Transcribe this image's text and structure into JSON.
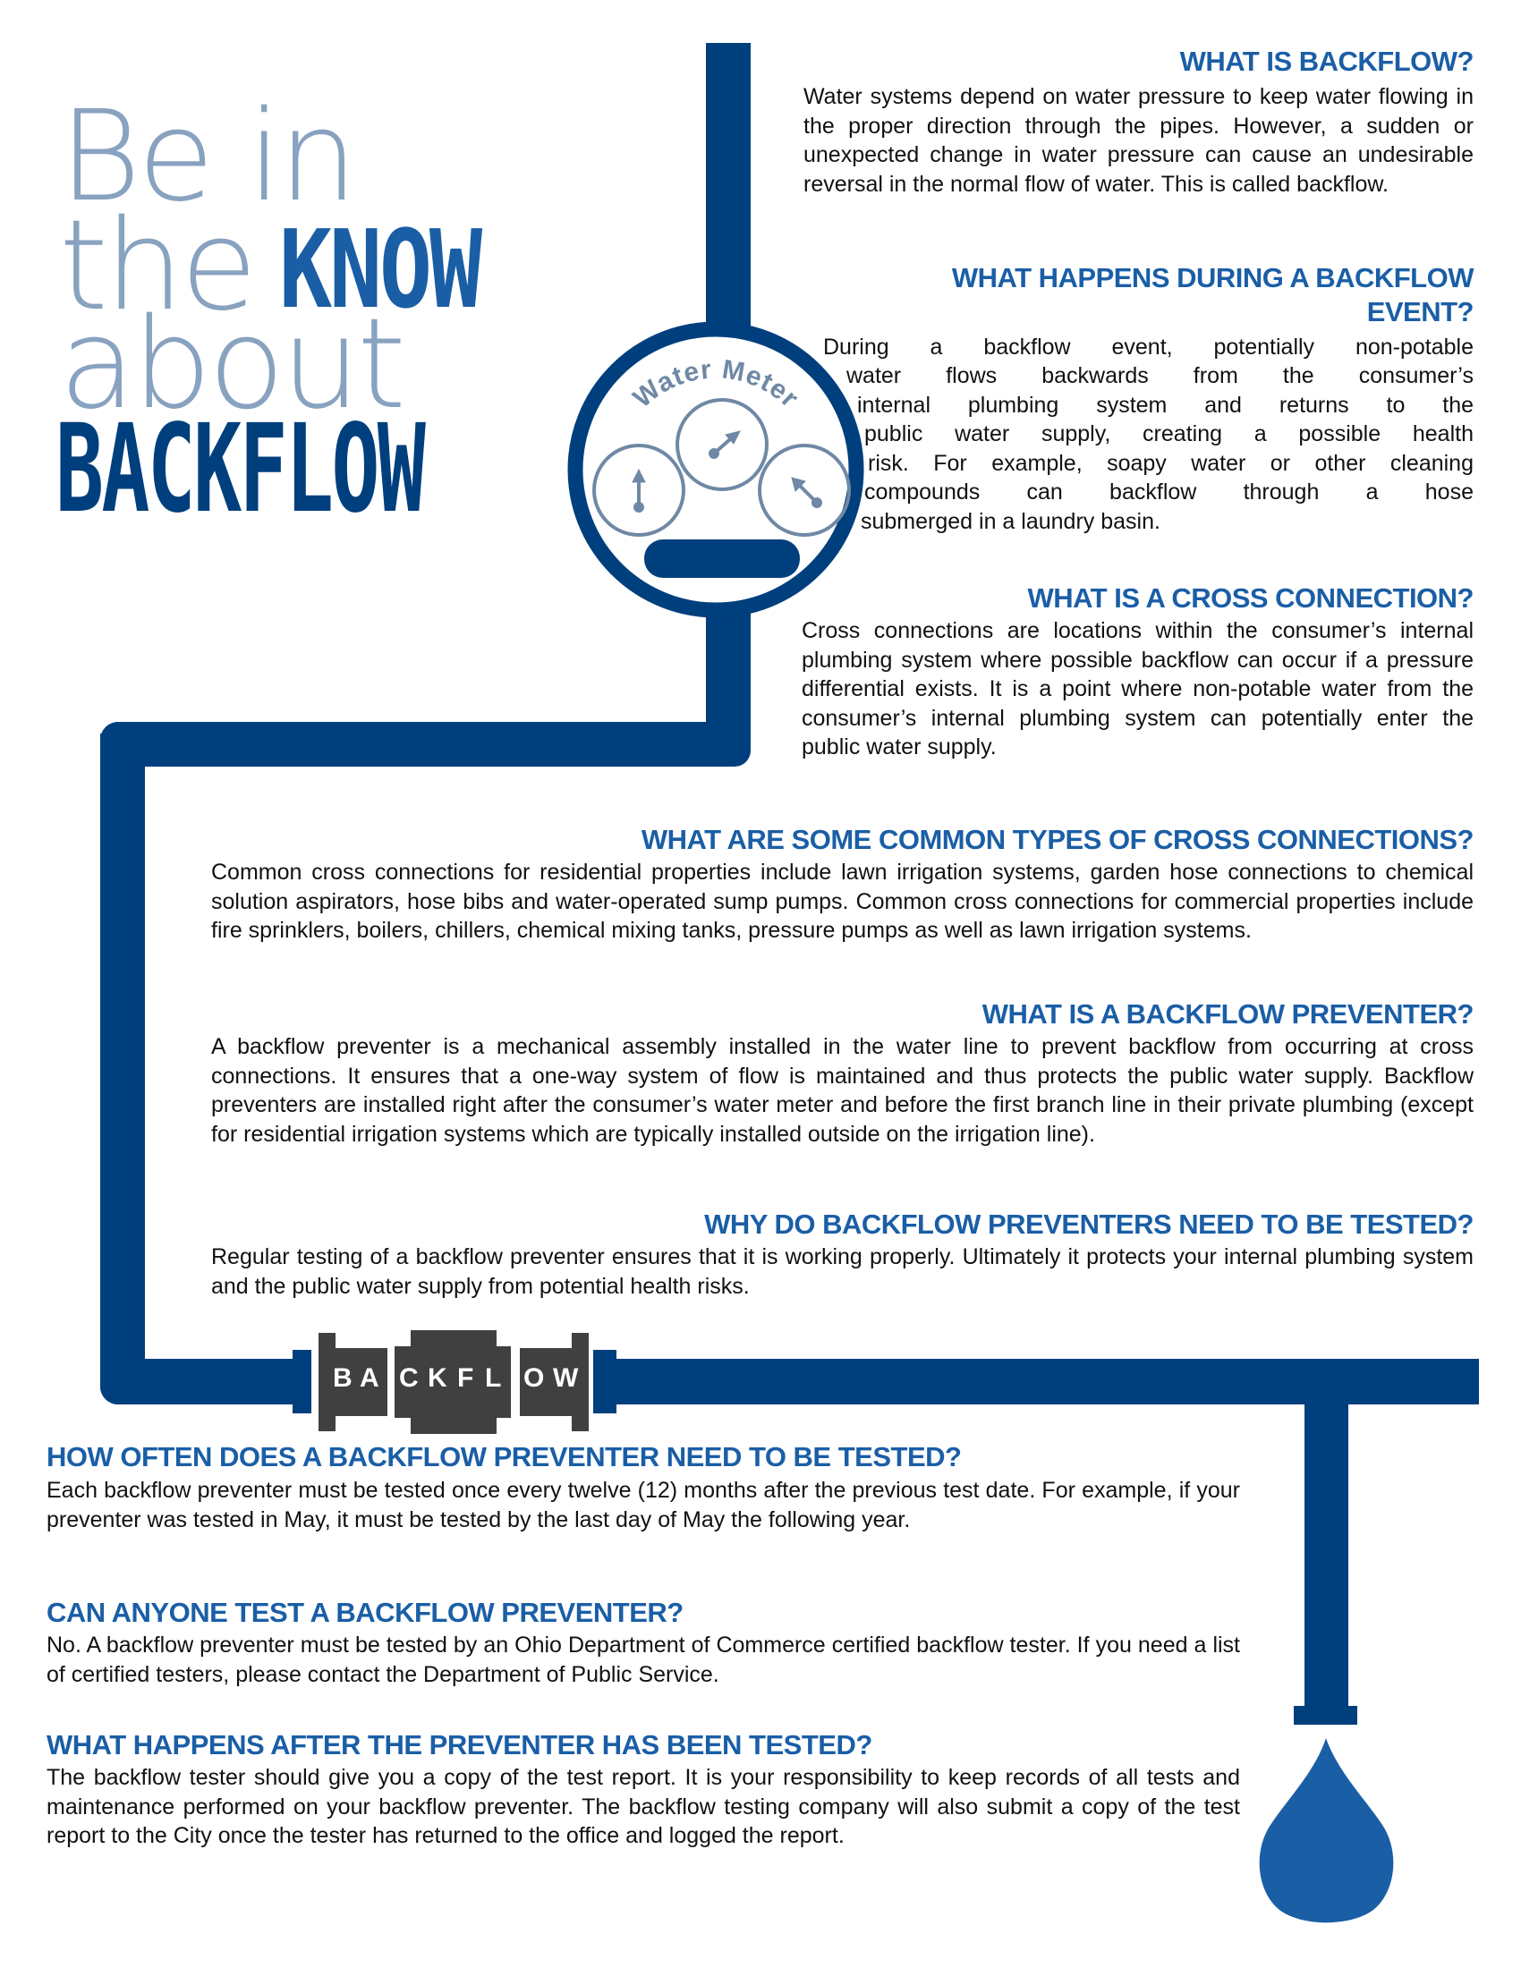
{
  "title": {
    "line1": "Be in",
    "line2_light": "the",
    "line2_bold": "KNOW",
    "line3": "about",
    "line4": "BACKFLOW"
  },
  "meter": {
    "label": "Water Meter",
    "dials": [
      {
        "position": "left",
        "needle": "up"
      },
      {
        "position": "center",
        "needle": "up-right"
      },
      {
        "position": "right",
        "needle": "up-left"
      }
    ]
  },
  "device": {
    "letters": [
      "B",
      "A",
      "C",
      "K",
      "F",
      "L",
      "O",
      "W"
    ]
  },
  "colors": {
    "pipe": "#003f7d",
    "heading": "#1a5ea6",
    "title_light": "#88a2c0",
    "device": "#404040",
    "drop": "#1a5ea6"
  },
  "sections": [
    {
      "heading": "WHAT IS BACKFLOW?",
      "body": "Water systems depend on water pressure to keep water flowing in the proper direction through the pipes. However, a sudden or unexpected change in water pressure can cause an undesirable reversal in the normal flow of water. This is called backflow."
    },
    {
      "heading_line1": "WHAT HAPPENS DURING A BACKFLOW",
      "heading_line2": "EVENT?",
      "body_lines": [
        "During a backflow event, potentially non-potable",
        "water flows backwards from the consumer’s",
        "internal plumbing system and returns to the",
        "public water supply, creating a possible health",
        "risk. For example, soapy water or other cleaning",
        "compounds can backflow through a hose",
        "submerged in a laundry basin."
      ]
    },
    {
      "heading": "WHAT IS A CROSS CONNECTION?",
      "body": "Cross connections are locations within the consumer’s internal plumbing system where possible backflow can occur if a pressure differential exists. It is a point where non-potable water from the consumer’s internal plumbing system can potentially enter the public water supply."
    },
    {
      "heading": "WHAT ARE SOME COMMON TYPES OF CROSS CONNECTIONS?",
      "body": "Common cross connections for residential properties include lawn irrigation systems, garden hose connections to chemical solution aspirators, hose bibs and water-operated sump pumps. Common cross connections for commercial properties include fire sprinklers, boilers, chillers, chemical mixing tanks, pressure pumps as well as lawn irrigation systems."
    },
    {
      "heading": "WHAT IS A BACKFLOW PREVENTER?",
      "body": "A backflow preventer is a mechanical assembly installed in the water line to prevent backflow from occurring at cross connections. It ensures that a one-way system of flow is maintained and thus protects the public water supply. Backflow preventers are installed right after the consumer’s water meter and before the first branch line in their private plumbing (except for residential irrigation systems which are typically installed outside on the irrigation line)."
    },
    {
      "heading": "WHY DO BACKFLOW PREVENTERS NEED TO BE TESTED?",
      "body": "Regular testing of a backflow preventer ensures that it is working properly. Ultimately it protects your internal plumbing system and the public water supply from potential health risks."
    },
    {
      "heading": "HOW OFTEN DOES A BACKFLOW PREVENTER NEED TO BE TESTED?",
      "body": "Each backflow preventer must be tested once every twelve (12) months after the previous test date. For example, if your preventer was tested in May, it must be tested by the last day of May the following year."
    },
    {
      "heading": "CAN ANYONE TEST A BACKFLOW PREVENTER?",
      "body": "No. A backflow preventer must be tested by an Ohio Department of Commerce certified backflow tester. If you need a list of certified testers, please contact the Department of Public Service."
    },
    {
      "heading": "WHAT HAPPENS AFTER THE PREVENTER HAS BEEN TESTED?",
      "body": "The backflow tester should give you a copy of the test report. It is your responsibility to keep records of all tests and maintenance performed on your backflow preventer. The backflow testing company will also submit a copy of the test report to the City once the tester has returned to the office and logged the report."
    }
  ]
}
